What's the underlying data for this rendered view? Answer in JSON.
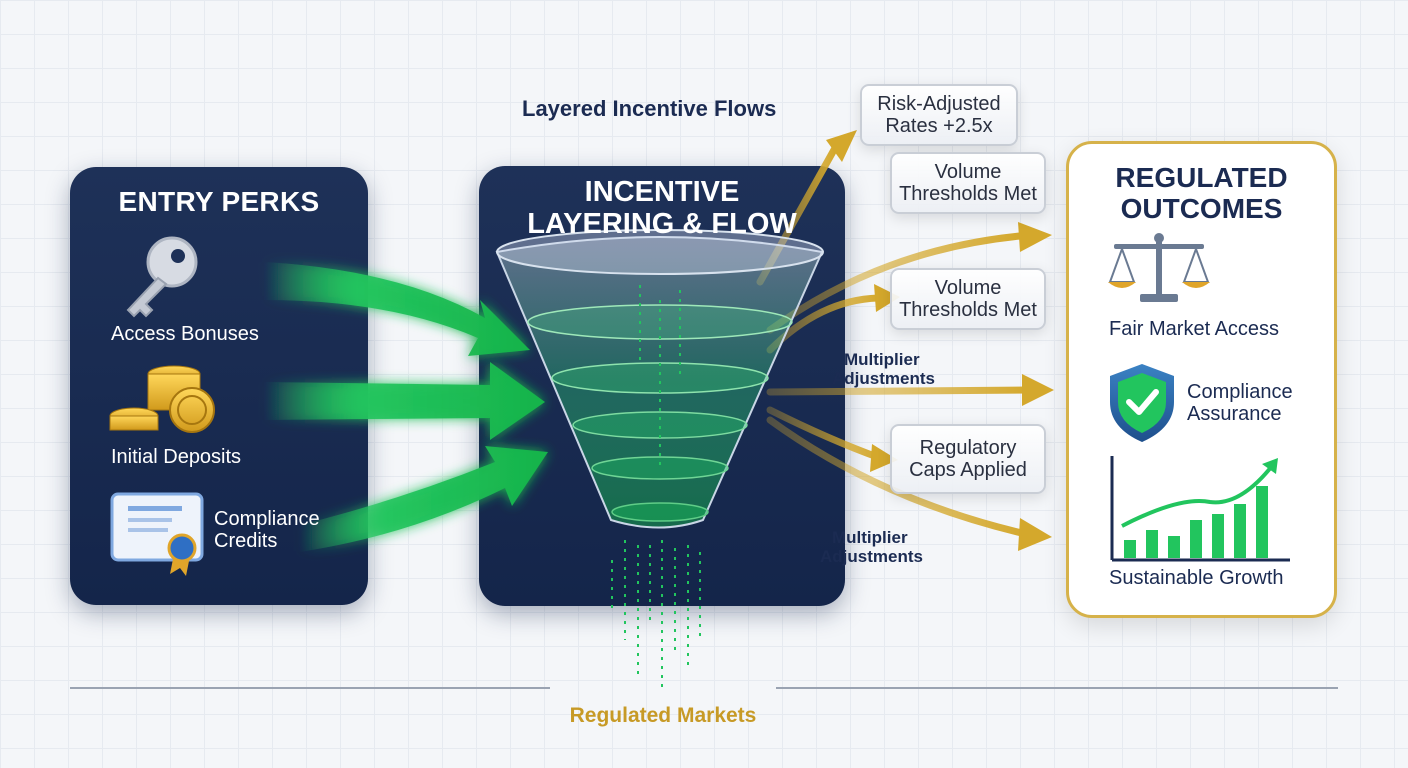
{
  "title": "Layered Incentive Flows",
  "entry": {
    "title": "ENTRY PERKS",
    "items": [
      {
        "label": "Access Bonuses",
        "icon": "key-icon"
      },
      {
        "label": "Initial Deposits",
        "icon": "coins-icon"
      },
      {
        "label": "Compliance Credits",
        "icon": "certificate-icon"
      }
    ]
  },
  "funnel": {
    "title_line1": "INCENTIVE",
    "title_line2": "LAYERING & FLOW"
  },
  "mid": {
    "risk": {
      "line1": "Risk-Adjusted",
      "line2": "Rates +2.5x"
    },
    "volume1": {
      "line1": "Volume",
      "line2": "Thresholds Met"
    },
    "volume2": {
      "line1": "Volume",
      "line2": "Thresholds Met"
    },
    "regulatory": {
      "line1": "Regulatory",
      "line2": "Caps Applied"
    },
    "mult1": {
      "line1": "Multiplier",
      "line2": "Adjustments"
    },
    "mult2": {
      "line1": "Multiplier",
      "line2": "Adjustments"
    }
  },
  "outcomes": {
    "title_line1": "REGULATED",
    "title_line2": "OUTCOMES",
    "items": [
      {
        "label": "Fair Market Access",
        "icon": "scales-icon"
      },
      {
        "label": "Compliance Assurance",
        "icon": "shield-check-icon"
      },
      {
        "label": "Sustainable Growth",
        "icon": "growth-chart-icon"
      }
    ]
  },
  "footer": {
    "label": "Regulated Markets"
  },
  "colors": {
    "navy": "#1b2b52",
    "green": "#22c55e",
    "gold": "#d4a82c"
  }
}
